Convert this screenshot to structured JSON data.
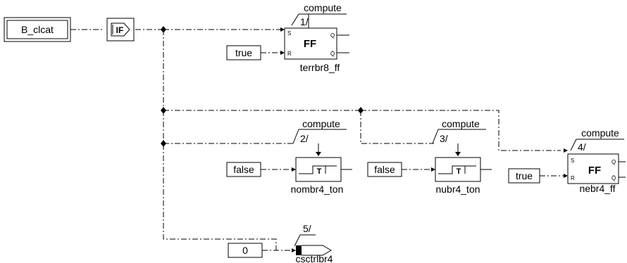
{
  "inputs": {
    "b_clcat": "B_clcat",
    "true_1": "true",
    "false_1": "false",
    "false_2": "false",
    "true_2": "true",
    "zero": "0"
  },
  "if_block": {
    "label": "IF"
  },
  "compute": {
    "c1": {
      "title": "compute",
      "seq": "1/"
    },
    "c2": {
      "title": "compute",
      "seq": "2/"
    },
    "c3": {
      "title": "compute",
      "seq": "3/"
    },
    "c4": {
      "title": "compute",
      "seq": "4/"
    },
    "c5": {
      "seq": "5/"
    }
  },
  "blocks": {
    "ff1": {
      "name": "terrbr8_ff",
      "label": "FF",
      "s": "S",
      "r": "R",
      "q": "Q",
      "qbar": "Q̄"
    },
    "ton1": {
      "name": "nombr4_ton"
    },
    "ton2": {
      "name": "nubr4_ton"
    },
    "ff2": {
      "name": "nebr4_ff",
      "label": "FF",
      "s": "S",
      "r": "R",
      "q": "Q",
      "qbar": "Q̄"
    },
    "out": {
      "name": "csctrlbr4"
    }
  }
}
